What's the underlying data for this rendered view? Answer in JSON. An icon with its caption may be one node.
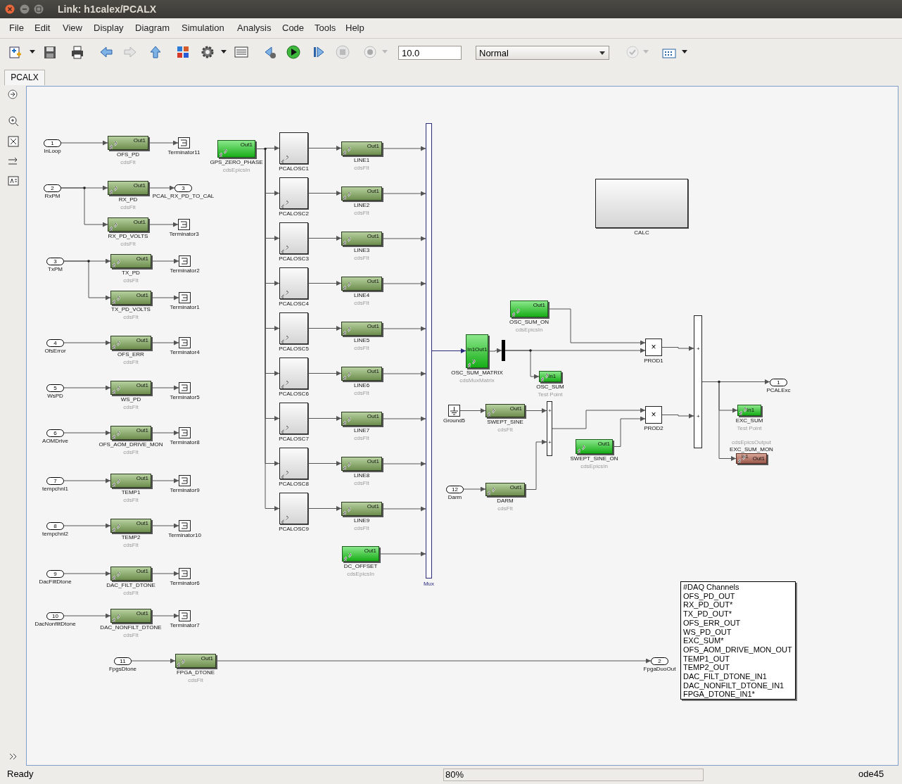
{
  "diagram": {
    "title": "Link: h1calex/PCALX",
    "nodes": [
      {
        "text": [
          "1",
          "InLoop"
        ]
      },
      {
        "text": [
          "Out1",
          "OFS_PD",
          "cdsFlt"
        ]
      },
      {
        "text": [
          "Terminator11"
        ]
      },
      {
        "text": [
          "2",
          "RxPM"
        ]
      },
      {
        "text": [
          "Out1",
          "RX_PD",
          "cdsFlt"
        ]
      },
      {
        "text": [
          "3",
          "PCAL_RX_PD_TO_CAL"
        ]
      },
      {
        "text": [
          "Out1",
          "RX_PD_VOLTS",
          "cdsFlt"
        ]
      },
      {
        "text": [
          "Terminator3"
        ]
      },
      {
        "text": [
          "3",
          "TxPM"
        ]
      },
      {
        "text": [
          "Out1",
          "TX_PD",
          "cdsFlt"
        ]
      },
      {
        "text": [
          "Terminator2"
        ]
      },
      {
        "text": [
          "Out1",
          "TX_PD_VOLTS",
          "cdsFlt"
        ]
      },
      {
        "text": [
          "Terminator1"
        ]
      },
      {
        "text": [
          "4",
          "OfsError"
        ]
      },
      {
        "text": [
          "Out1",
          "OFS_ERR",
          "cdsFlt"
        ]
      },
      {
        "text": [
          "Terminator4"
        ]
      },
      {
        "text": [
          "5",
          "WsPD"
        ]
      },
      {
        "text": [
          "Out1",
          "WS_PD",
          "cdsFlt"
        ]
      },
      {
        "text": [
          "Terminator5"
        ]
      },
      {
        "text": [
          "6",
          "AOMDrive"
        ]
      },
      {
        "text": [
          "Out1",
          "OFS_AOM_DRIVE_MON",
          "cdsFlt"
        ]
      },
      {
        "text": [
          "Terminator8"
        ]
      },
      {
        "text": [
          "7",
          "tempchnl1"
        ]
      },
      {
        "text": [
          "Out1",
          "TEMP1",
          "cdsFlt"
        ]
      },
      {
        "text": [
          "Terminator9"
        ]
      },
      {
        "text": [
          "8",
          "tempchnl2"
        ]
      },
      {
        "text": [
          "Out1",
          "TEMP2",
          "cdsFlt"
        ]
      },
      {
        "text": [
          "Terminator10"
        ]
      },
      {
        "text": [
          "9",
          "DacFiltDtone"
        ]
      },
      {
        "text": [
          "Out1",
          "DAC_FILT_DTONE",
          "cdsFlt"
        ]
      },
      {
        "text": [
          "Terminator6"
        ]
      },
      {
        "text": [
          "10",
          "DacNonfiltDtone"
        ]
      },
      {
        "text": [
          "Out1",
          "DAC_NONFILT_DTONE",
          "cdsFlt"
        ]
      },
      {
        "text": [
          "Terminator7"
        ]
      },
      {
        "text": [
          "11",
          "FpgsDtone"
        ]
      },
      {
        "text": [
          "Out1",
          "FPGA_DTONE",
          "cdsFlt"
        ]
      },
      {
        "text": [
          "Out1",
          "GPS_ZERO_PHASE",
          "cdsEpicsIn"
        ]
      },
      {
        "text": [
          "PCALOSC1"
        ]
      },
      {
        "text": [
          "Out1",
          "LINE1",
          "cdsFlt"
        ]
      },
      {
        "text": [
          "PCALOSC2"
        ]
      },
      {
        "text": [
          "Out1",
          "LINE2",
          "cdsFlt"
        ]
      },
      {
        "text": [
          "PCALOSC3"
        ]
      },
      {
        "text": [
          "Out1",
          "LINE3",
          "cdsFlt"
        ]
      },
      {
        "text": [
          "PCALOSC4"
        ]
      },
      {
        "text": [
          "Out1",
          "LINE4",
          "cdsFlt"
        ]
      },
      {
        "text": [
          "PCALOSC5"
        ]
      },
      {
        "text": [
          "Out1",
          "LINE5",
          "cdsFlt"
        ]
      },
      {
        "text": [
          "PCALOSC6"
        ]
      },
      {
        "text": [
          "Out1",
          "LINE6",
          "cdsFlt"
        ]
      },
      {
        "text": [
          "PCALOSC7"
        ]
      },
      {
        "text": [
          "Out1",
          "LINE7",
          "cdsFlt"
        ]
      },
      {
        "text": [
          "PCALOSC8"
        ]
      },
      {
        "text": [
          "Out1",
          "LINE8",
          "cdsFlt"
        ]
      },
      {
        "text": [
          "PCALOSC9"
        ]
      },
      {
        "text": [
          "Out1",
          "LINE9",
          "cdsFlt"
        ]
      },
      {
        "text": [
          "Out1",
          "DC_OFFSET",
          "cdsEpicsIn"
        ]
      },
      {
        "text": [
          "Mux"
        ]
      },
      {
        "text": [
          "CALC"
        ]
      },
      {
        "text": [
          "Out1",
          "OSC_SUM_ON",
          "cdsEpicsIn"
        ]
      },
      {
        "text": [
          "In1Out1",
          "OSC_SUM_MATRIX",
          "cdsMuxMatrix"
        ]
      },
      {
        "text": [],
        "shape": "bar"
      },
      {
        "text": [
          "In1",
          "OSC_SUM",
          "Test Point"
        ]
      },
      {
        "text": [
          "×",
          "PROD1"
        ]
      },
      {
        "text": [
          "Ground5"
        ]
      },
      {
        "text": [
          "Out1",
          "SWEPT_SINE",
          "cdsFlt"
        ]
      },
      {
        "text": [
          "+",
          "+"
        ]
      },
      {
        "text": [
          "×",
          "PROD2"
        ]
      },
      {
        "text": [
          "Out1",
          "SWEPT_SINE_ON",
          "cdsEpicsIn"
        ]
      },
      {
        "text": [
          "12",
          "Darm"
        ]
      },
      {
        "text": [
          "Out1",
          "DARM",
          "cdsFlt"
        ]
      },
      {
        "text": [
          "+",
          "+"
        ]
      },
      {
        "text": [
          "1",
          "PCALExc"
        ]
      },
      {
        "text": [
          "In1",
          "EXC_SUM",
          "Test Point"
        ]
      },
      {
        "text": [
          "cdsEpicsOutput",
          "EXC_SUM_MON",
          "In1",
          "Out1"
        ]
      },
      {
        "text": [
          "#DAQ Channels",
          "OFS_PD_OUT",
          "RX_PD_OUT*",
          "TX_PD_OUT*",
          "OFS_ERR_OUT",
          "WS_PD_OUT",
          "EXC_SUM*",
          "OFS_AOM_DRIVE_MON_OUT",
          "TEMP1_OUT",
          "TEMP2_OUT",
          "DAC_FILT_DTONE_IN1",
          "DAC_NONFILT_DTONE_IN1",
          "FPGA_DTONE_IN1*"
        ]
      },
      {
        "text": [
          "2",
          "FpgaDuoOut"
        ]
      }
    ],
    "edges": [
      {
        "from": 0,
        "to": 1,
        "arrow": "to"
      },
      {
        "from": 1,
        "to": 2,
        "arrow": "to"
      },
      {
        "from": 3,
        "to": 4,
        "arrow": "to"
      },
      {
        "from": 4,
        "to": 5,
        "arrow": "to"
      },
      {
        "from": 3,
        "to": 6,
        "arrow": "to"
      },
      {
        "from": 6,
        "to": 7,
        "arrow": "to"
      },
      {
        "from": 8,
        "to": 9,
        "arrow": "to"
      },
      {
        "from": 9,
        "to": 10,
        "arrow": "to"
      },
      {
        "from": 8,
        "to": 11,
        "arrow": "to"
      },
      {
        "from": 11,
        "to": 12,
        "arrow": "to"
      },
      {
        "from": 13,
        "to": 14,
        "arrow": "to"
      },
      {
        "from": 14,
        "to": 15,
        "arrow": "to"
      },
      {
        "from": 16,
        "to": 17,
        "arrow": "to"
      },
      {
        "from": 17,
        "to": 18,
        "arrow": "to"
      },
      {
        "from": 19,
        "to": 20,
        "arrow": "to"
      },
      {
        "from": 20,
        "to": 21,
        "arrow": "to"
      },
      {
        "from": 22,
        "to": 23,
        "arrow": "to"
      },
      {
        "from": 23,
        "to": 24,
        "arrow": "to"
      },
      {
        "from": 25,
        "to": 26,
        "arrow": "to"
      },
      {
        "from": 26,
        "to": 27,
        "arrow": "to"
      },
      {
        "from": 28,
        "to": 29,
        "arrow": "to"
      },
      {
        "from": 29,
        "to": 30,
        "arrow": "to"
      },
      {
        "from": 31,
        "to": 32,
        "arrow": "to"
      },
      {
        "from": 32,
        "to": 33,
        "arrow": "to"
      },
      {
        "from": 34,
        "to": 35,
        "arrow": "to"
      },
      {
        "from": 35,
        "to": 75,
        "arrow": "to"
      },
      {
        "from": 36,
        "to": 37,
        "arrow": "to"
      },
      {
        "from": 37,
        "to": 38,
        "arrow": "to"
      },
      {
        "from": 38,
        "to": 56,
        "arrow": "to"
      },
      {
        "from": 36,
        "to": 39,
        "arrow": "to"
      },
      {
        "from": 39,
        "to": 40,
        "arrow": "to"
      },
      {
        "from": 40,
        "to": 56,
        "arrow": "to"
      },
      {
        "from": 36,
        "to": 41,
        "arrow": "to"
      },
      {
        "from": 41,
        "to": 42,
        "arrow": "to"
      },
      {
        "from": 42,
        "to": 56,
        "arrow": "to"
      },
      {
        "from": 36,
        "to": 43,
        "arrow": "to"
      },
      {
        "from": 43,
        "to": 44,
        "arrow": "to"
      },
      {
        "from": 44,
        "to": 56,
        "arrow": "to"
      },
      {
        "from": 36,
        "to": 45,
        "arrow": "to"
      },
      {
        "from": 45,
        "to": 46,
        "arrow": "to"
      },
      {
        "from": 46,
        "to": 56,
        "arrow": "to"
      },
      {
        "from": 36,
        "to": 47,
        "arrow": "to"
      },
      {
        "from": 47,
        "to": 48,
        "arrow": "to"
      },
      {
        "from": 48,
        "to": 56,
        "arrow": "to"
      },
      {
        "from": 36,
        "to": 49,
        "arrow": "to"
      },
      {
        "from": 49,
        "to": 50,
        "arrow": "to"
      },
      {
        "from": 50,
        "to": 56,
        "arrow": "to"
      },
      {
        "from": 36,
        "to": 51,
        "arrow": "to"
      },
      {
        "from": 51,
        "to": 52,
        "arrow": "to"
      },
      {
        "from": 52,
        "to": 56,
        "arrow": "to"
      },
      {
        "from": 36,
        "to": 53,
        "arrow": "to"
      },
      {
        "from": 53,
        "to": 54,
        "arrow": "to"
      },
      {
        "from": 54,
        "to": 56,
        "arrow": "to"
      },
      {
        "from": 55,
        "to": 56,
        "arrow": "to"
      },
      {
        "from": 56,
        "to": 59,
        "arrow": "to",
        "color": "#2a2a7c"
      },
      {
        "from": 59,
        "to": 60,
        "arrow": "to"
      },
      {
        "from": 60,
        "to": 62,
        "arrow": "to"
      },
      {
        "from": 60,
        "to": 61,
        "arrow": "to"
      },
      {
        "from": 58,
        "to": 62,
        "arrow": "to"
      },
      {
        "from": 63,
        "to": 64,
        "arrow": "to"
      },
      {
        "from": 64,
        "to": 65,
        "arrow": "to"
      },
      {
        "from": 68,
        "to": 69,
        "arrow": "to"
      },
      {
        "from": 69,
        "to": 65,
        "arrow": "to"
      },
      {
        "from": 65,
        "to": 66,
        "arrow": "to"
      },
      {
        "from": 67,
        "to": 66,
        "arrow": "to"
      },
      {
        "from": 62,
        "to": 70,
        "arrow": "to"
      },
      {
        "from": 66,
        "to": 70,
        "arrow": "to"
      },
      {
        "from": 70,
        "to": 71,
        "arrow": "to"
      },
      {
        "from": 70,
        "to": 72,
        "arrow": "to"
      },
      {
        "from": 70,
        "to": 73,
        "arrow": "to"
      }
    ],
    "labels": [
      "File",
      "Edit",
      "View",
      "Display",
      "Diagram",
      "Simulation",
      "Analysis",
      "Code",
      "Tools",
      "Help",
      "10.0",
      "Normal",
      "PCALX",
      "Ready",
      "80%",
      "ode45"
    ]
  }
}
